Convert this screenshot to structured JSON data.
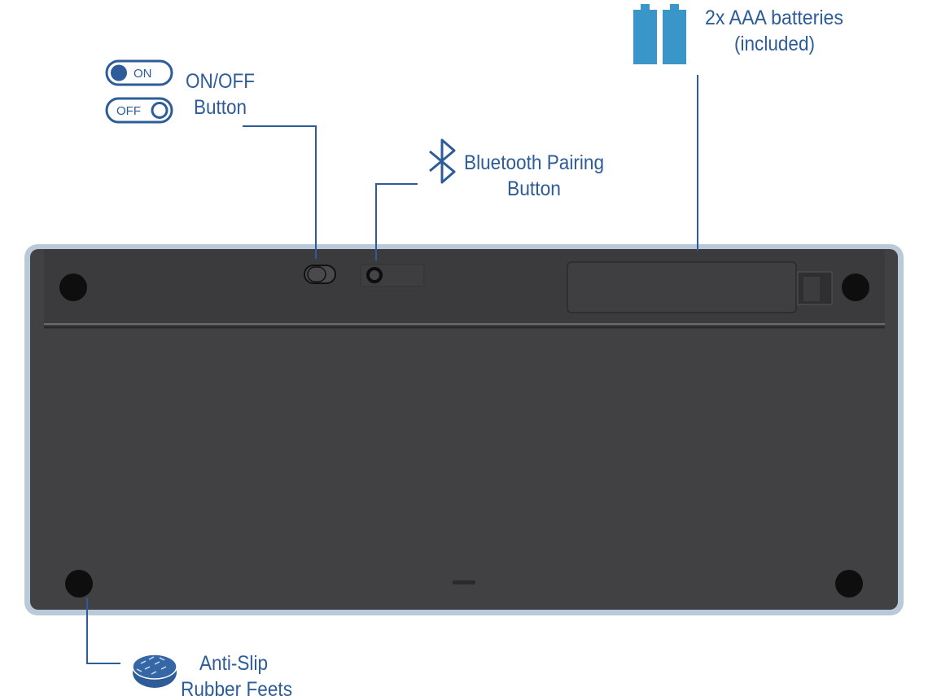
{
  "colors": {
    "label": "#2d5c98",
    "battery": "#3a96c8",
    "keyboard_body": "#414143",
    "keyboard_rim": "#b9c9da"
  },
  "callouts": {
    "power": {
      "icon": "toggle-switch-icon",
      "toggle_on": "ON",
      "toggle_off": "OFF",
      "line1": "ON/OFF",
      "line2": "Button"
    },
    "bluetooth": {
      "icon": "bluetooth-icon",
      "line1": "Bluetooth Pairing",
      "line2": "Button"
    },
    "batteries": {
      "icon": "battery-icon",
      "line1": "2x AAA batteries",
      "line2": "(included)"
    },
    "feet": {
      "icon": "rubber-foot-icon",
      "line1": "Anti-Slip",
      "line2": "Rubber Feets"
    }
  }
}
